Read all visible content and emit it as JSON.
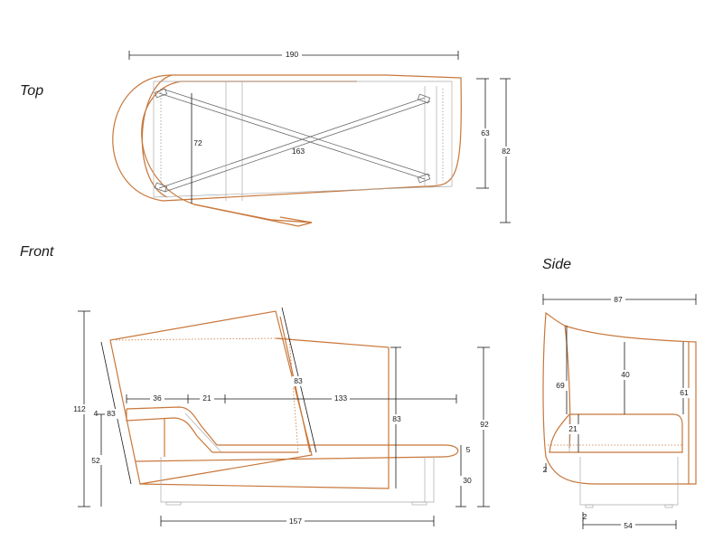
{
  "views": {
    "top": "Top",
    "front": "Front",
    "side": "Side"
  },
  "dimensions": {
    "top_width": "190",
    "top_depth_inner": "63",
    "top_depth_outer": "82",
    "top_frame_depth": "72",
    "top_diagonal": "163",
    "front_back_height": "83",
    "front_total_height": "112",
    "front_arm_height": "83",
    "front_seat_dim": "83",
    "front_lower": "52",
    "front_small": "4",
    "front_seg1": "36",
    "front_seg2": "21",
    "front_seg3": "133",
    "front_overall": "92",
    "front_cushion": "5",
    "front_seat_height": "30",
    "front_base": "157",
    "side_width": "87",
    "side_back": "69",
    "side_inner": "40",
    "side_rear": "61",
    "side_seat": "21",
    "side_leg": "2",
    "side_base_small": "2",
    "side_base": "54"
  },
  "colors": {
    "outline": "#c8773a",
    "dimension": "#1a1a1a"
  }
}
